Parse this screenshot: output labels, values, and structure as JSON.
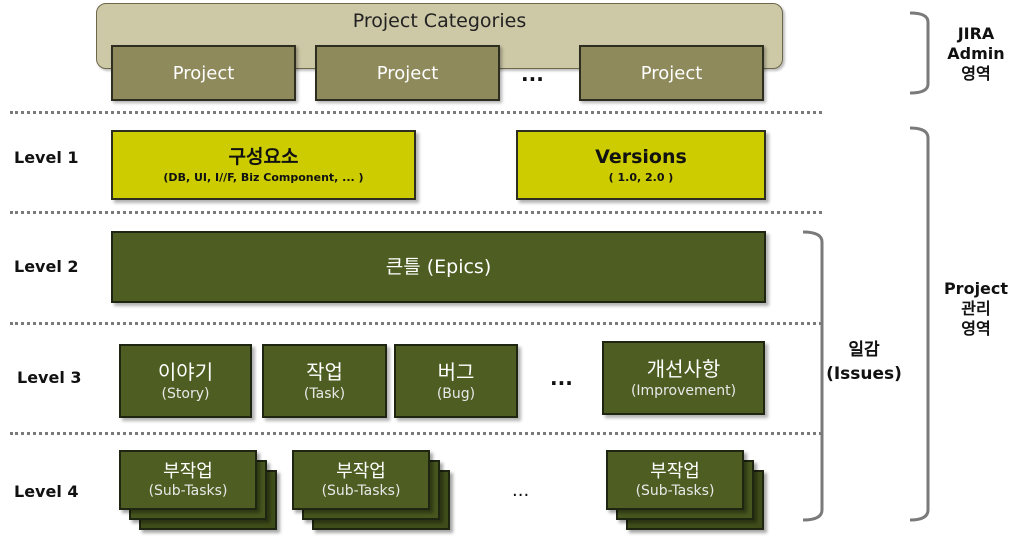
{
  "categories": {
    "title": "Project Categories",
    "projects": [
      "Project",
      "Project",
      "Project"
    ],
    "ellipsis": "..."
  },
  "levels": {
    "level1": "Level 1",
    "level2": "Level 2",
    "level3": "Level 3",
    "level4": "Level 4"
  },
  "level1": {
    "components": {
      "title": "구성요소",
      "sub": "(DB, UI, I//F, Biz Component, ... )"
    },
    "versions": {
      "title": "Versions",
      "sub": "( 1.0, 2.0 )"
    }
  },
  "level2": {
    "epics": "큰틀 (Epics)"
  },
  "level3": {
    "items": [
      {
        "title": "이야기",
        "sub": "(Story)"
      },
      {
        "title": "작업",
        "sub": "(Task)"
      },
      {
        "title": "버그",
        "sub": "(Bug)"
      },
      {
        "title": "개선사항",
        "sub": "(Improvement)"
      }
    ],
    "ellipsis": "..."
  },
  "level4": {
    "items": [
      {
        "title": "부작업",
        "sub": "(Sub-Tasks)"
      },
      {
        "title": "부작업",
        "sub": "(Sub-Tasks)"
      },
      {
        "title": "부작업",
        "sub": "(Sub-Tasks)"
      }
    ],
    "ellipsis": "..."
  },
  "side": {
    "issues": [
      "일감",
      "(Issues)"
    ],
    "jira_admin": [
      "JIRA",
      "Admin",
      "영역"
    ],
    "project_mgmt": [
      "Project",
      "관리",
      "영역"
    ]
  },
  "colors": {
    "category_bg": "#cdc8a6",
    "project_box": "#8e8a5b",
    "level1_box": "#cccc00",
    "level_green": "#4e5e22"
  }
}
